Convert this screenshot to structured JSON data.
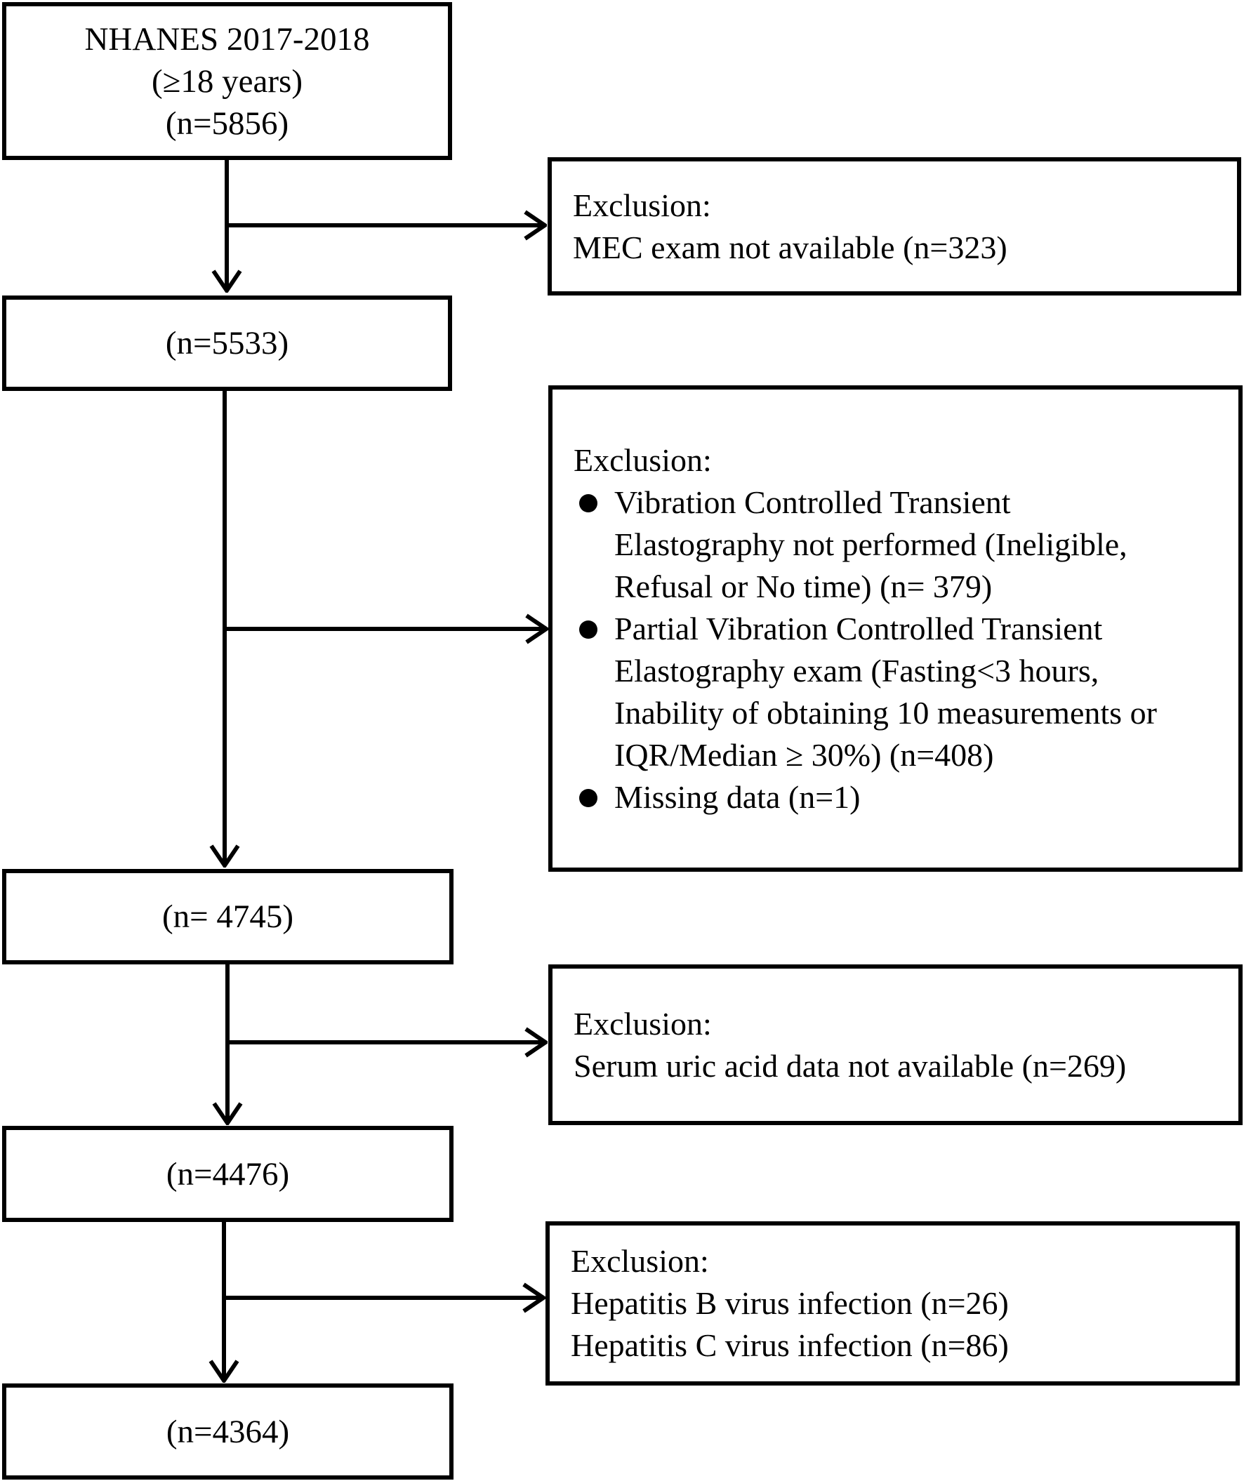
{
  "boxes": {
    "start": [
      "NHANES 2017-2018",
      "(≥18 years)",
      "(n=5856)"
    ],
    "step1": "(n=5533)",
    "step2": "(n= 4745)",
    "step3": "(n=4476)",
    "final": "(n=4364)"
  },
  "exclusions": {
    "ex1": {
      "heading": "Exclusion:",
      "lines": [
        "MEC exam not available (n=323)"
      ]
    },
    "ex2": {
      "heading": "Exclusion:",
      "bullets": [
        [
          "Vibration Controlled Transient",
          "Elastography not performed (Ineligible,",
          "Refusal or No time) (n= 379)"
        ],
        [
          "Partial Vibration Controlled Transient",
          "Elastography exam (Fasting<3 hours,",
          "Inability of obtaining 10 measurements or",
          "IQR/Median ≥ 30%) (n=408)"
        ],
        [
          "Missing data (n=1)"
        ]
      ]
    },
    "ex3": {
      "heading": "Exclusion:",
      "lines": [
        "Serum uric acid data not available (n=269)"
      ]
    },
    "ex4": {
      "heading": "Exclusion:",
      "lines": [
        "Hepatitis B virus infection (n=26)",
        "Hepatitis C virus infection (n=86)"
      ]
    }
  },
  "colors": {
    "line": "#000000",
    "background": "#ffffff"
  }
}
